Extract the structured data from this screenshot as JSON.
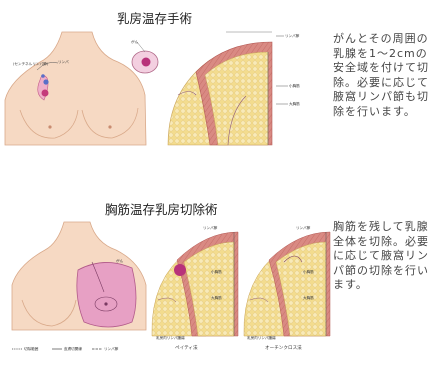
{
  "panel1": {
    "title": "乳房温存手術",
    "description": "がんとその周囲の乳腺を1～2cmの安全域を付けて切除。必要に応じて腋窩リンパ節も切除を行います。",
    "labels": {
      "sentinel": "(センチネルリンパ節)",
      "lymph": "リンパ",
      "cancer": "がん",
      "cross_top": "リンパ節",
      "muscle_minor": "小胸筋",
      "muscle_major": "大胸筋"
    }
  },
  "panel2": {
    "title": "胸筋温存乳房切除術",
    "description": "胸筋を残して乳腺全体を切除。必要に応じて腋窩リンパ節の切除を行います。",
    "labels": {
      "cancer": "がん",
      "left_top": "リンパ節",
      "left_minor": "小胸筋",
      "left_major": "大胸筋",
      "left_bottom": "乳房内リンパ腫瘍",
      "right_top": "リンパ節",
      "right_minor": "小胸筋",
      "right_major": "大胸筋",
      "right_bottom": "乳房内リンパ腫瘍"
    },
    "legend": [
      "切除範囲",
      "皮膚切開線",
      "リンパ節"
    ],
    "caption_left": "ペイティ法",
    "caption_right": "オーチンクロス法"
  }
}
